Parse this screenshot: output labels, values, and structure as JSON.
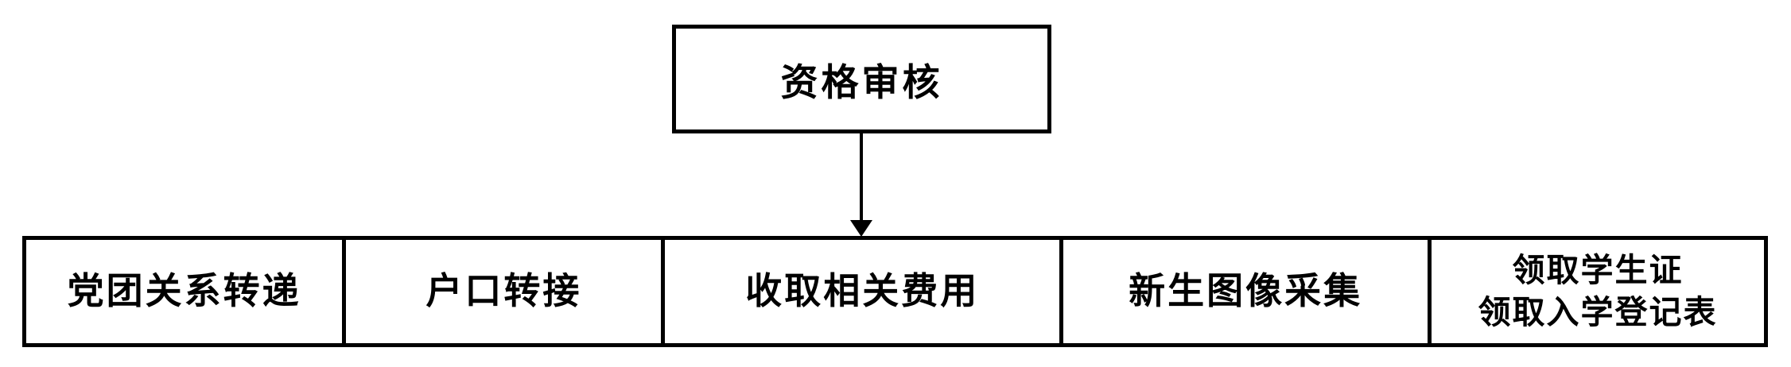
{
  "flowchart": {
    "root": {
      "label": "资格审核"
    },
    "steps": [
      {
        "label": "党团关系转递"
      },
      {
        "label": "户口转接"
      },
      {
        "label": "收取相关费用"
      },
      {
        "label": "新生图像采集"
      },
      {
        "label": "领取学生证\n领取入学登记表"
      }
    ],
    "colors": {
      "line": "#000000",
      "background": "#ffffff",
      "text": "#000000"
    }
  }
}
